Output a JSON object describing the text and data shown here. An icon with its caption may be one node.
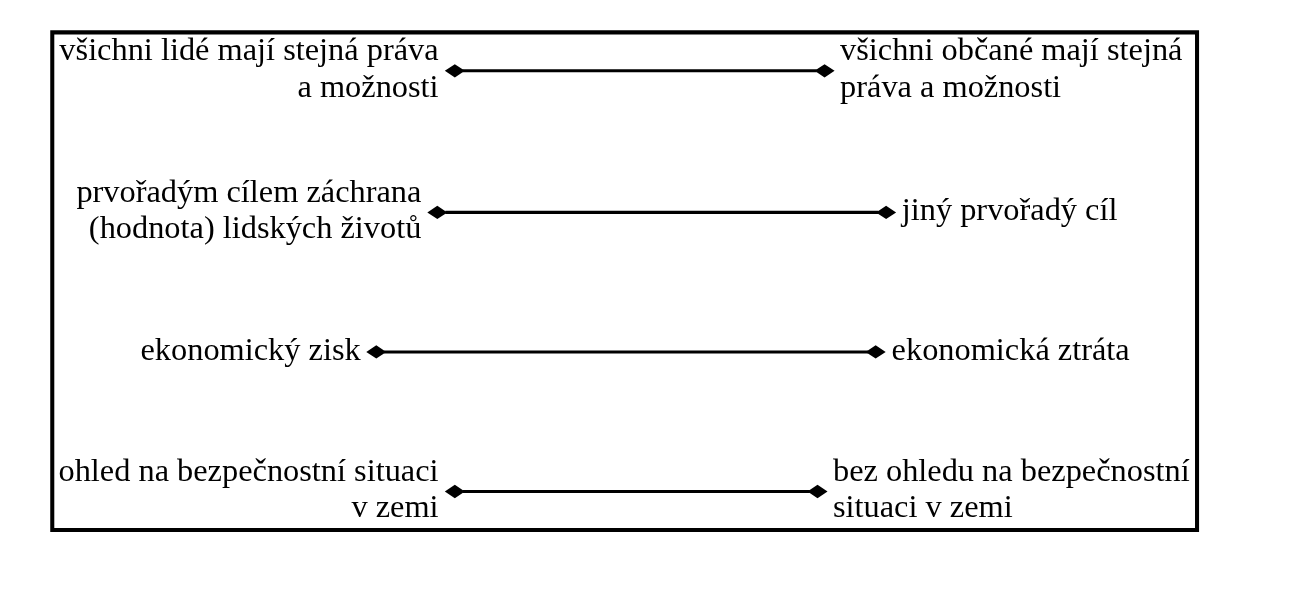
{
  "diagram": {
    "nodes": [
      {
        "text": [],
        "shape": "box"
      },
      {
        "text": [
          "všichni lidé mají stejná práva a možnosti"
        ],
        "in": 0
      },
      {
        "text": [
          "všichni občané mají stejná práva a možnosti"
        ],
        "in": 0
      },
      {
        "text": [
          "prvořadým cílem záchrana (hodnota) lidských životů"
        ],
        "in": 0
      },
      {
        "text": [
          "jiný prvořadý cíl"
        ],
        "in": 0
      },
      {
        "text": [
          "ekonomický zisk"
        ],
        "in": 0
      },
      {
        "text": [
          "ekonomická ztráta"
        ],
        "in": 0
      },
      {
        "text": [
          "ohled na bezpečnostní situaci v zemi"
        ],
        "in": 0
      },
      {
        "text": [
          "bez ohledu na bezpečnostní situaci v zemi"
        ],
        "in": 0
      }
    ],
    "edges": [
      {
        "from": 1,
        "to": 2,
        "arrow": "other"
      },
      {
        "from": 3,
        "to": 4,
        "arrow": "other"
      },
      {
        "from": 5,
        "to": 6,
        "arrow": "other"
      },
      {
        "from": 7,
        "to": 8,
        "arrow": "other"
      }
    ]
  }
}
